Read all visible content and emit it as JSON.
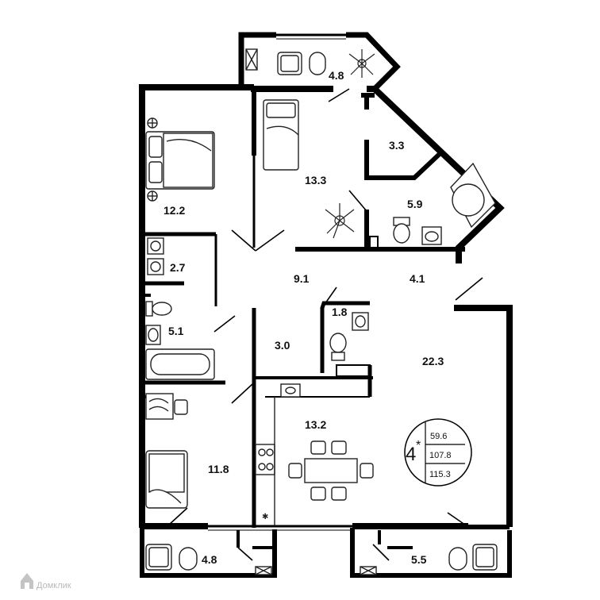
{
  "plan": {
    "room_areas": {
      "balcony_top": "4.8",
      "bedroom_left": "12.2",
      "bedroom_center": "13.3",
      "storage_top": "3.3",
      "bathroom_right": "5.9",
      "laundry": "2.7",
      "hall": "9.1",
      "corridor": "4.1",
      "wc_small": "1.8",
      "bathroom_left": "5.1",
      "closet": "3.0",
      "living_room": "22.3",
      "kitchen": "13.2",
      "bedroom_bottom": "11.8",
      "balcony_bottom_left": "4.8",
      "balcony_bottom_right": "5.5"
    },
    "summary_stamp": {
      "rooms": "4",
      "mark": "*",
      "living_area": "59.6",
      "total_area": "107.8",
      "total_with_balconies": "115.3"
    }
  },
  "watermark": {
    "text": "Домклик"
  },
  "colors": {
    "wall": "#000000",
    "furniture": "#222222",
    "background": "#ffffff"
  }
}
